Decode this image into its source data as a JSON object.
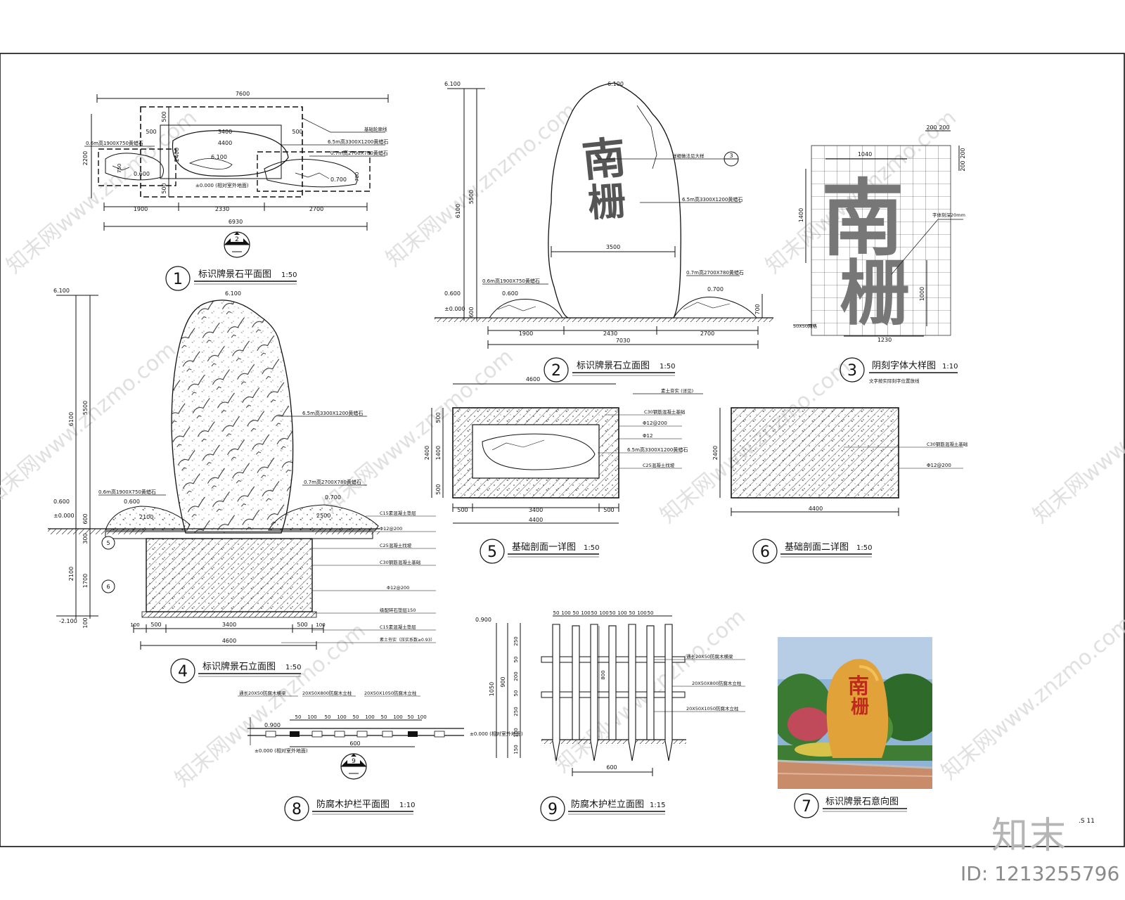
{
  "sheet_code": ".S 11",
  "brand": {
    "logo_text": "知末",
    "id_text": "ID: 1213255796"
  },
  "watermark": "知末网www.znzmo.com",
  "stone_text": [
    "南",
    "栅"
  ],
  "views": [
    {
      "num": "1",
      "title": "标识牌景石平面图",
      "scale": "1:50"
    },
    {
      "num": "2",
      "title": "标识牌景石立面图",
      "scale": "1:50"
    },
    {
      "num": "3",
      "title": "阴刻字体大样图",
      "scale": "1:10",
      "note": "文字按实际刻字位置放线"
    },
    {
      "num": "4",
      "title": "标识牌景石立面图",
      "scale": "1:50"
    },
    {
      "num": "5",
      "title": "基础剖面一详图",
      "scale": "1:50"
    },
    {
      "num": "6",
      "title": "基础剖面二详图",
      "scale": "1:50"
    },
    {
      "num": "7",
      "title": "标识牌景石意向图",
      "scale": ""
    },
    {
      "num": "8",
      "title": "防腐木护栏平面图",
      "scale": "1:10"
    },
    {
      "num": "9",
      "title": "防腐木护栏立面图",
      "scale": "1:15"
    }
  ],
  "v1": {
    "dims_top": [
      "7600"
    ],
    "dims_inner": [
      "500",
      "3400",
      "500",
      "4400"
    ],
    "dims_left": [
      "2200",
      "500",
      "2400",
      "500"
    ],
    "dims_bottom": [
      "1900",
      "2330",
      "2700"
    ],
    "dims_total": "6930",
    "levels": [
      "6.100",
      "0.600",
      "0.700",
      "±0.000 (相对室外地面)"
    ],
    "callouts": [
      "基础轮廓线",
      "6.5m高3300X1200黄蜡石",
      "0.6m高1900X750黄蜡石",
      "0.7m高2700X780黄蜡石"
    ],
    "small_dims": [
      "750",
      "780"
    ],
    "section_mark": "2"
  },
  "v2": {
    "levels": [
      "6.100",
      "0.600",
      "±0.000",
      "0.600",
      "0.700"
    ],
    "dims_left": [
      "6100",
      "5500",
      "600"
    ],
    "dims_right": "700",
    "dims_bottom": [
      "1900",
      "2430",
      "2700"
    ],
    "dims_total": "7030",
    "width_dim": "3500",
    "callouts": [
      "详细做法见大样",
      "6.5m高3300X1200黄蜡石",
      "0.6m高1900X750黄蜡石",
      "0.7m高2700X780黄蜡石"
    ],
    "detail_mark": "3"
  },
  "v3": {
    "dims_top": [
      "200",
      "200"
    ],
    "dims_right": [
      "200",
      "200"
    ],
    "dims_inner": [
      "1040",
      "1400",
      "1000",
      "1230"
    ],
    "callouts": [
      "字体刻深20mm",
      "50X50网格"
    ]
  },
  "v4": {
    "levels": [
      "6.100",
      "0.600",
      "±0.000",
      "-2.100"
    ],
    "dims_left": [
      "6100",
      "5500",
      "600",
      "300",
      "2100",
      "1700",
      "100"
    ],
    "levels_mid": [
      "6.100",
      "0.600",
      "0.700"
    ],
    "dims_mid": [
      "2100",
      "2500"
    ],
    "dims_bottom": [
      "100",
      "500",
      "3400",
      "500",
      "100"
    ],
    "dims_total": "4600",
    "callouts": [
      "6.5m高3300X1200黄蜡石",
      "0.6m高1900X750黄蜡石",
      "0.7m高2700X780黄蜡石",
      "C15素混凝土垫层",
      "Φ12@200",
      "C25混凝土找坡",
      "C30钢筋混凝土基础",
      "Φ12@200",
      "级配碎石垫层150",
      "C15素混凝土垫层",
      "素土夯实（压实系数≥0.93）"
    ],
    "section_marks": [
      "5",
      "6"
    ]
  },
  "v5": {
    "dim_top": "4600",
    "dims_left": [
      "500",
      "1400",
      "500"
    ],
    "dim_left_total": "2400",
    "dims_bottom": [
      "500",
      "3400",
      "500"
    ],
    "dim_total": "4400",
    "callouts": [
      "C30钢筋混凝土基础",
      "Φ12@200",
      "Φ12",
      "6.5m高3300X1200黄蜡石",
      "C25混凝土找坡"
    ],
    "top_note": "素土夯实 (详见)"
  },
  "v6": {
    "dim_left": "2400",
    "dim_bottom": "4400",
    "callouts": [
      "C30钢筋混凝土基础",
      "Φ12@200"
    ]
  },
  "v8": {
    "callouts": [
      "通长20X50防腐木横梁",
      "20X50X800防腐木立柱",
      "20X50X1050防腐木立柱"
    ],
    "dims": [
      "50",
      "100",
      "50",
      "100",
      "50",
      "100",
      "50",
      "100",
      "50",
      "100"
    ],
    "dim_total": "600",
    "level_top": "0.900",
    "level": "±0.000 (相对室外地面)",
    "section_mark": "9"
  },
  "v9": {
    "dims_top": [
      "50",
      "100",
      "50",
      "100",
      "50",
      "100",
      "50",
      "100",
      "50",
      "100",
      "50"
    ],
    "dims_left": [
      "250",
      "50",
      "200",
      "50",
      "250",
      "100",
      "150"
    ],
    "dims_left_total": [
      "1050",
      "900"
    ],
    "dim_inner": "800",
    "dim_bottom": "600",
    "levels": [
      "0.900",
      "±0.000 (相对室外地面)"
    ],
    "callouts": [
      "通长20X50防腐木横梁",
      "20X50X800防腐木立柱",
      "20X50X1050防腐木立柱"
    ]
  },
  "colors": {
    "line": "#111111",
    "stone": "#e2a23a",
    "stone_light": "#f2c15a",
    "char_red": "#c0291e",
    "sky": "#8fb4d8",
    "tree": "#2e6b2a",
    "road": "#c98c6a",
    "grid_char": "#777777",
    "brand_grey": "#8a8a8a"
  }
}
